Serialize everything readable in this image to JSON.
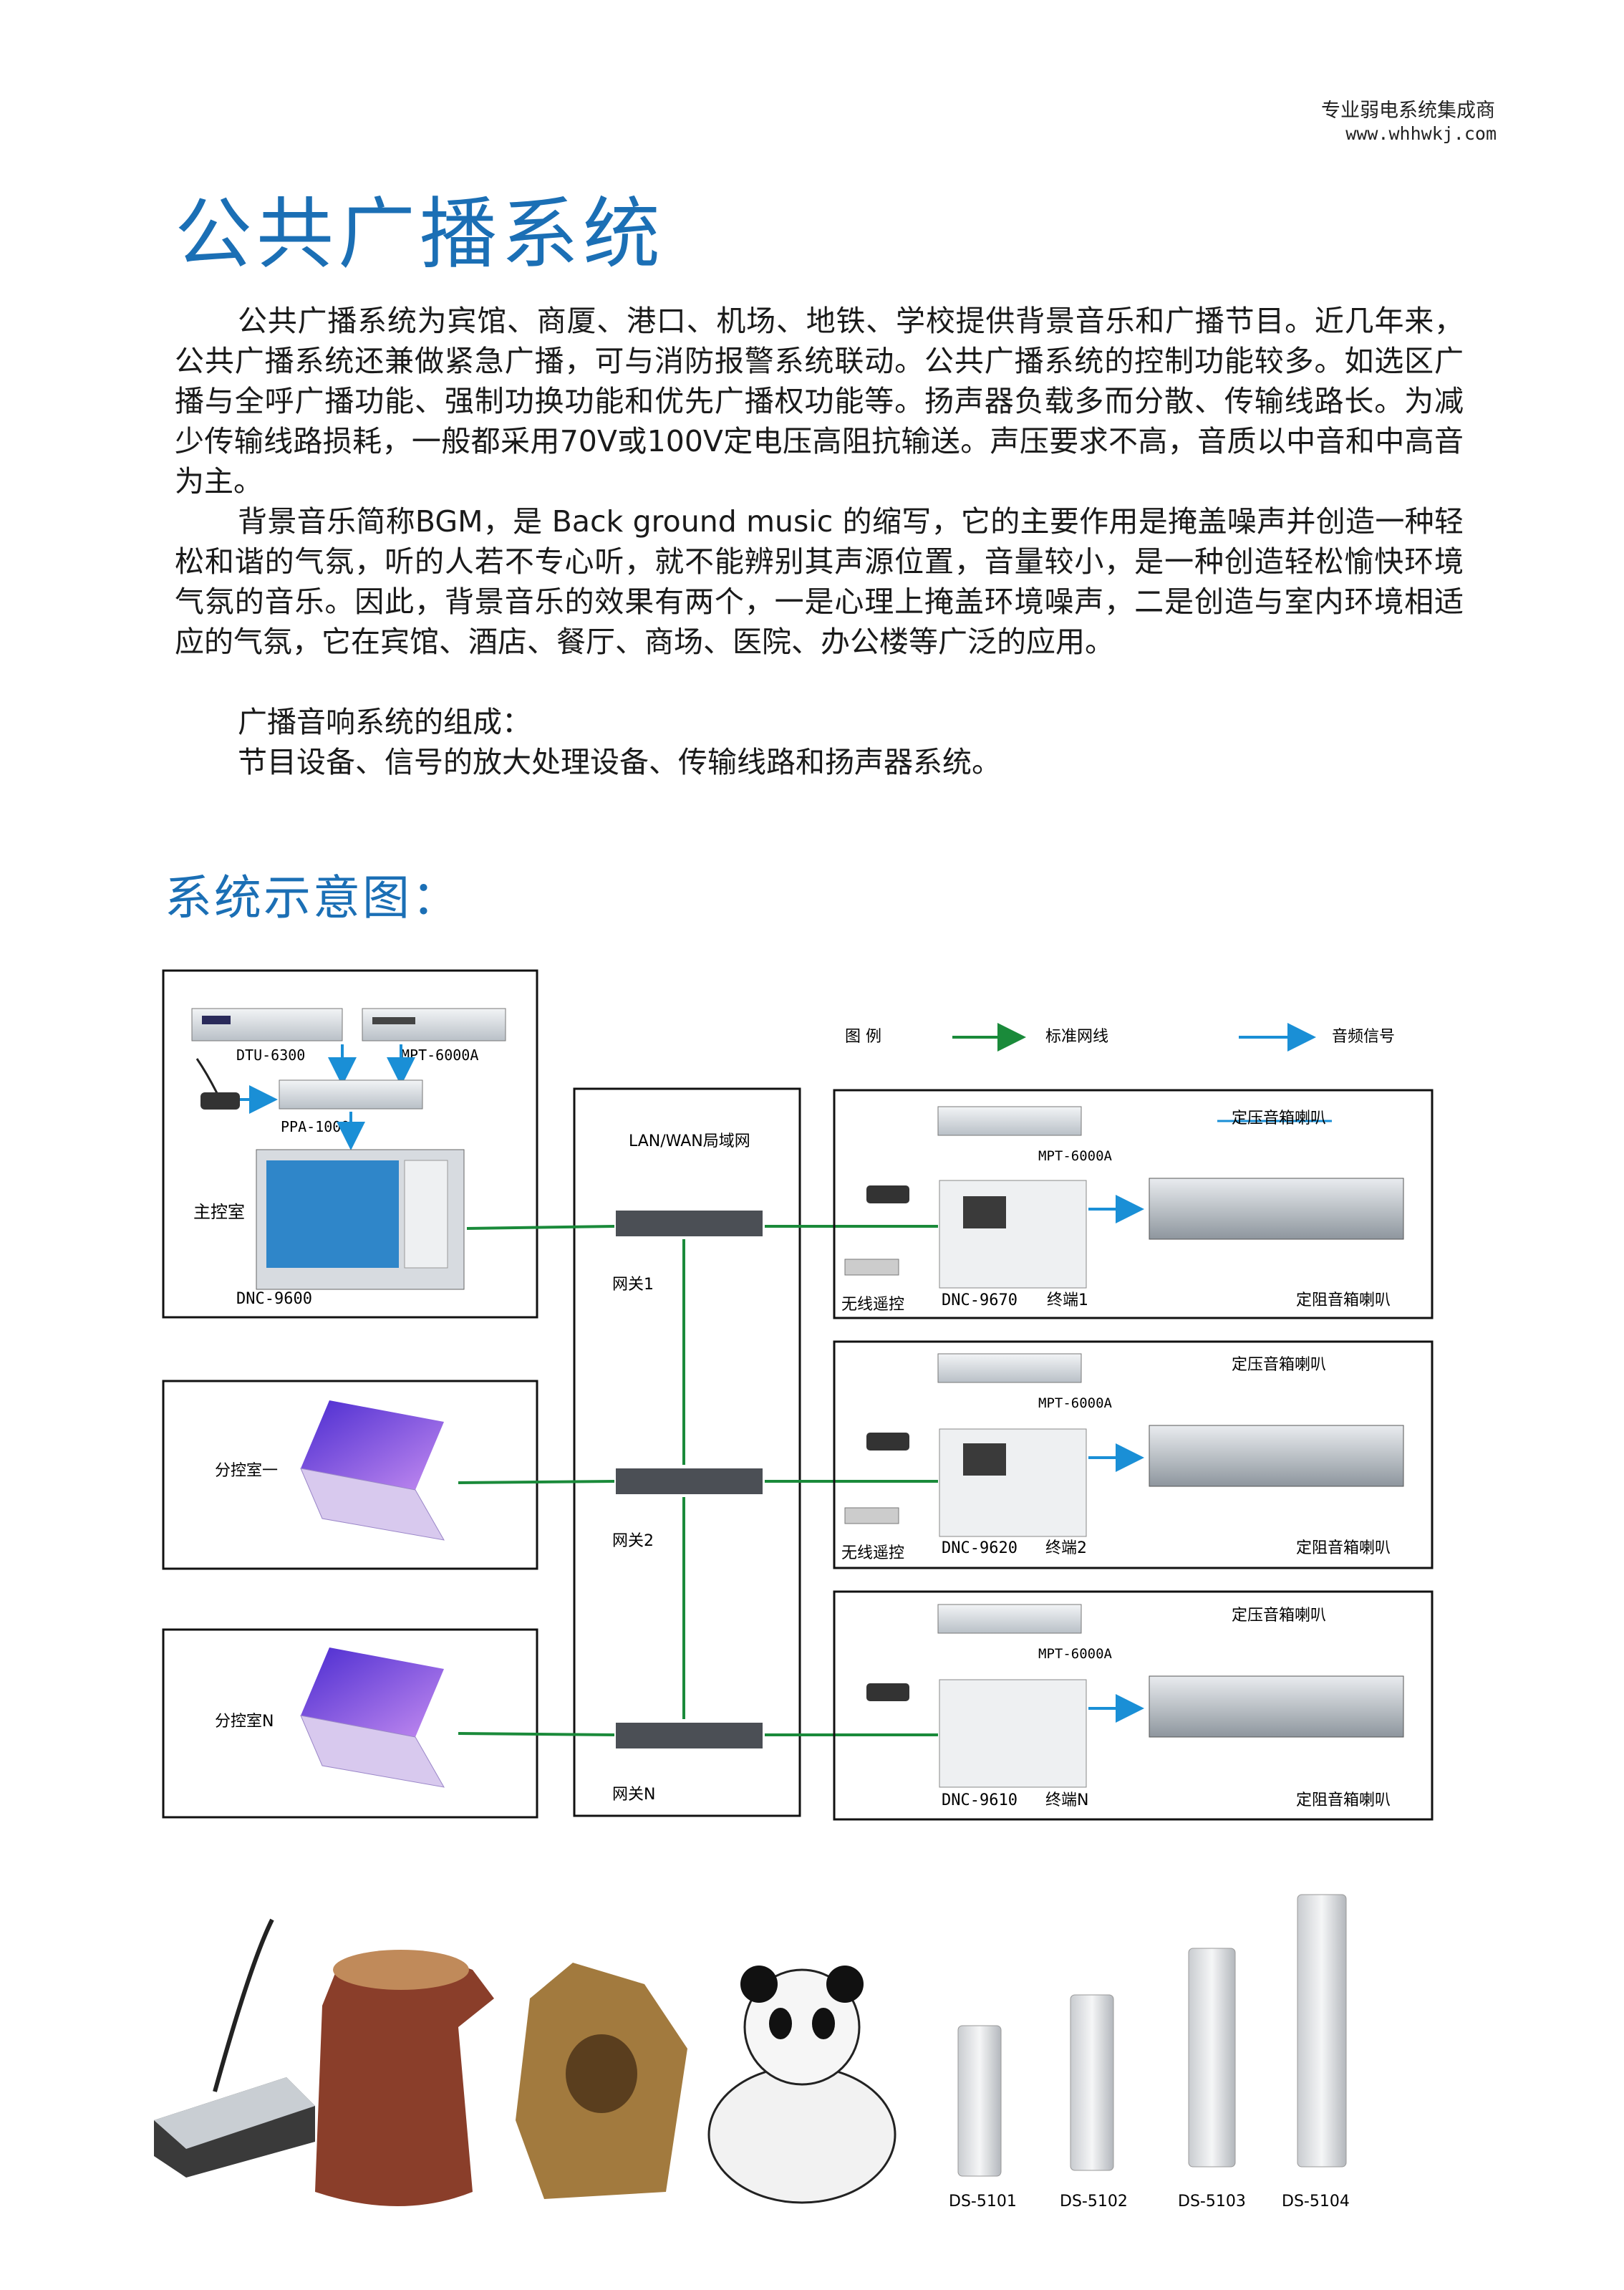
{
  "header": {
    "company": "专业弱电系统集成商",
    "website": "www.whhwkj.com"
  },
  "title": "公共广播系统",
  "paragraphs": [
    "公共广播系统为宾馆、商厦、港口、机场、地铁、学校提供背景音乐和广播节目。近几年来，公共广播系统还兼做紧急广播，可与消防报警系统联动。公共广播系统的控制功能较多。如选区广播与全呼广播功能、强制功换功能和优先广播权功能等。扬声器负载多而分散、传输线路长。为减少传输线路损耗，一般都采用70V或100V定电压高阻抗输送。声压要求不高，音质以中音和中高音为主。",
    "背景音乐简称BGM，是 Back ground music 的缩写，它的主要作用是掩盖噪声并创造一种轻松和谐的气氛，听的人若不专心听，就不能辨别其声源位置，音量较小，是一种创造轻松愉快环境气氛的音乐。因此，背景音乐的效果有两个，一是心理上掩盖环境噪声，二是创造与室内环境相适应的气氛，它在宾馆、酒店、餐厅、商场、医院、办公楼等广泛的应用。",
    "广播音响系统的组成：",
    "节目设备、信号的放大处理设备、传输线路和扬声器系统。"
  ],
  "diagram": {
    "title": "系统示意图：",
    "legend": {
      "label": "图 例",
      "network": "标准网线",
      "audio": "音频信号"
    },
    "main_room": {
      "label": "主控室",
      "devices": [
        "DTU-6300",
        "MPT-6000A",
        "PPA-1000",
        "DNC-9600"
      ]
    },
    "sub_rooms": [
      "分控室一",
      "分控室N"
    ],
    "lan": {
      "label": "LAN/WAN局域网",
      "gateways": [
        "网关1",
        "网关2",
        "网关N"
      ]
    },
    "terminals": [
      {
        "device": "DNC-9670",
        "name": "终端1",
        "mpt": "MPT-6000A",
        "remote": "无线遥控",
        "cv_speaker": "定压音箱喇叭",
        "ci_speaker": "定阻音箱喇叭"
      },
      {
        "device": "DNC-9620",
        "name": "终端2",
        "mpt": "MPT-6000A",
        "remote": "无线遥控",
        "cv_speaker": "定压音箱喇叭",
        "ci_speaker": "定阻音箱喇叭"
      },
      {
        "device": "DNC-9610",
        "name": "终端N",
        "mpt": "MPT-6000A",
        "remote": "",
        "cv_speaker": "定压音箱喇叭",
        "ci_speaker": "定阻音箱喇叭"
      }
    ],
    "colors": {
      "network": "#1a8a3a",
      "audio": "#1a8fd6",
      "title": "#1b6fb5"
    }
  },
  "products": {
    "models": [
      "DS-5101",
      "DS-5102",
      "DS-5103",
      "DS-5104"
    ]
  }
}
